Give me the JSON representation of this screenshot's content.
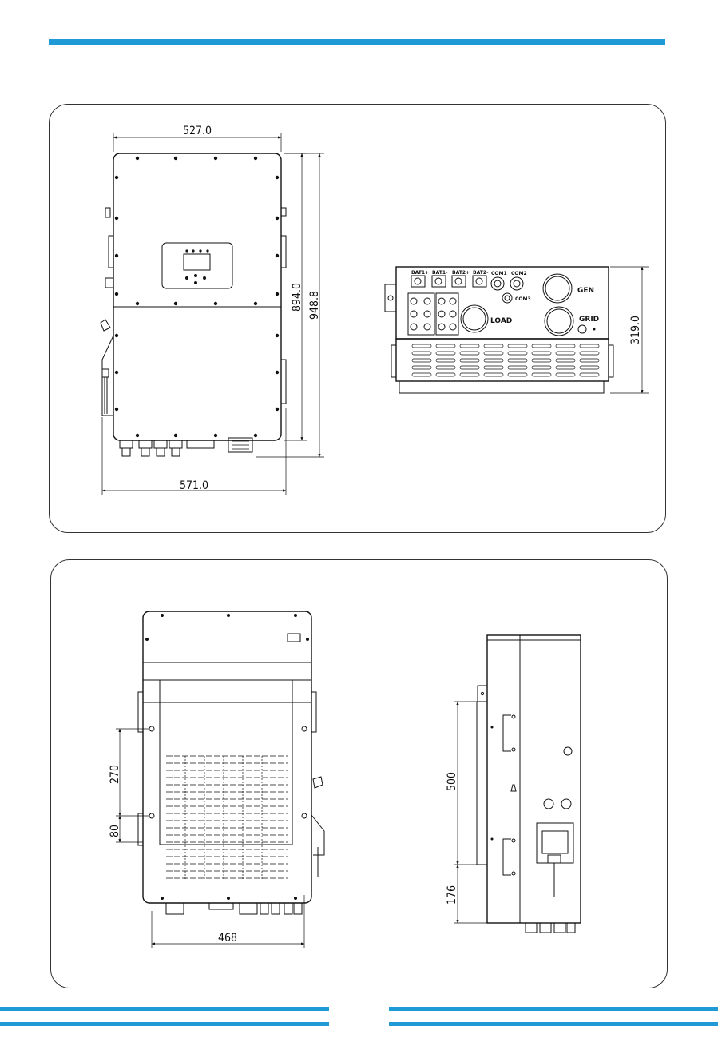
{
  "colors": {
    "accent": "#1f9ad6",
    "line": "#111111"
  },
  "front_view": {
    "dims": {
      "width_top": "527.0",
      "height_body": "894.0",
      "height_total": "948.8",
      "width_bottom": "571.0"
    }
  },
  "bottom_view": {
    "labels": {
      "bat1": "BAT1+",
      "bat2": "BAT1-",
      "bat3": "BAT2+",
      "bat4": "BAT2-",
      "com1": "COM1",
      "com2": "COM2",
      "com3": "COM3",
      "gen": "GEN",
      "load": "LOAD",
      "grid": "GRID"
    },
    "dims": {
      "depth": "319.0"
    }
  },
  "rear_view": {
    "dims": {
      "hole_spacing": "270",
      "hole_offset": "80",
      "bracket_width": "468"
    }
  },
  "side_view": {
    "dims": {
      "bracket_height": "500",
      "bottom_offset": "176"
    }
  }
}
